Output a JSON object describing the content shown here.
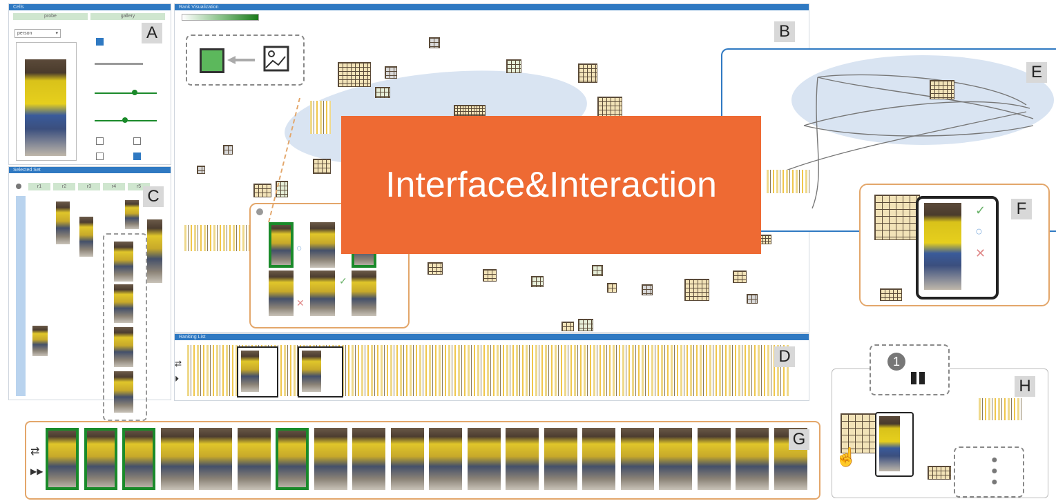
{
  "overlay_title": "Interface&Interaction",
  "panels": {
    "a": {
      "letter": "A",
      "header": "Cells",
      "tabs": [
        "probe",
        "gallery"
      ],
      "dropdown": "person"
    },
    "b": {
      "letter": "B",
      "header": "Rank Visualization"
    },
    "c": {
      "letter": "C",
      "header": "Selected Set",
      "columns": [
        "r1",
        "r2",
        "r3",
        "r4",
        "r5"
      ]
    },
    "d": {
      "letter": "D",
      "header": "Ranking List"
    },
    "e": {
      "letter": "E"
    },
    "f": {
      "letter": "F"
    },
    "g": {
      "letter": "G"
    },
    "h": {
      "letter": "H",
      "step": "1"
    }
  },
  "colors": {
    "header": "#2f79c2",
    "overlay": "#ee6a33",
    "accent_green": "#1a8a2a",
    "orange_border": "#e3a66a"
  },
  "icons": [
    "swap-icon",
    "play-icon",
    "image-icon",
    "arrow-left-icon",
    "hand-cursor-icon",
    "check-icon",
    "circle-icon",
    "cross-icon",
    "gear-icon"
  ]
}
